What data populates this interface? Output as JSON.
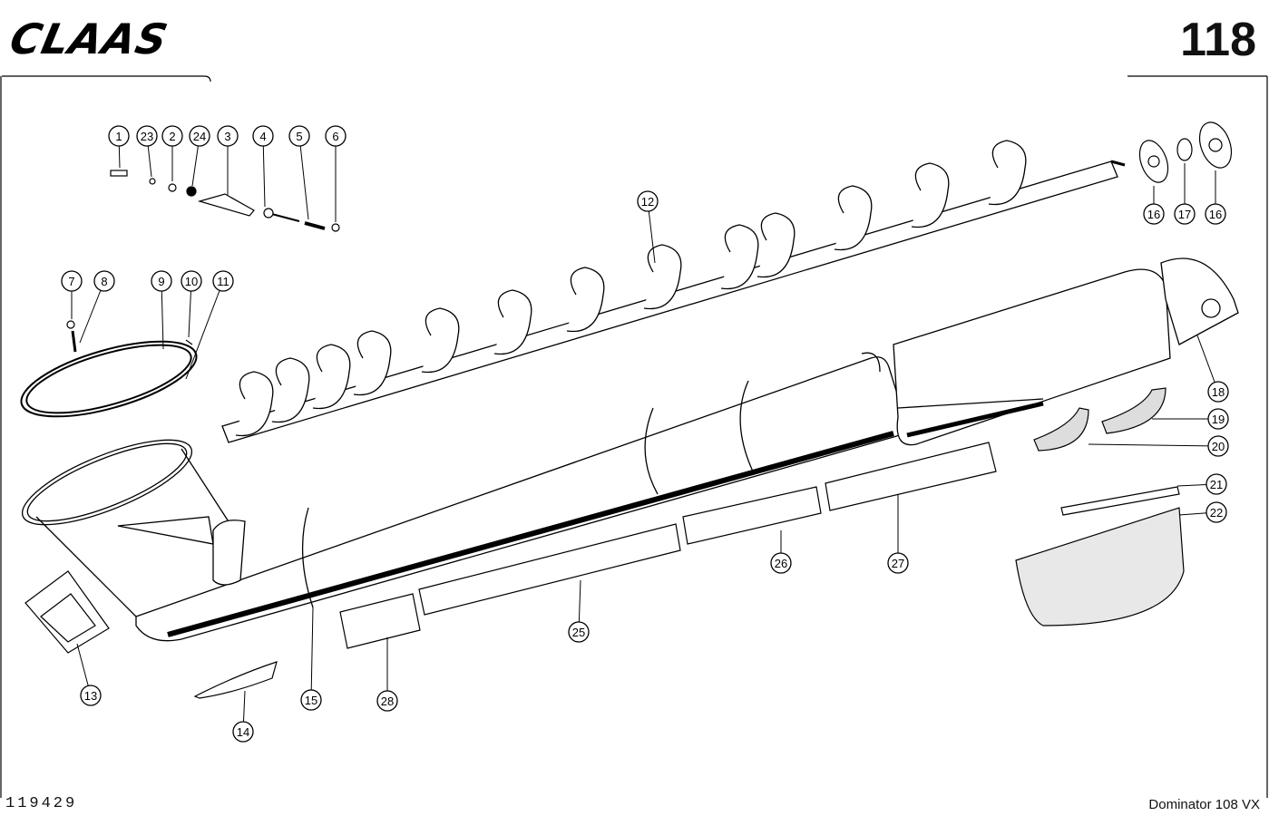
{
  "header": {
    "brand": "CLAAS",
    "page_number": "118"
  },
  "footer": {
    "drawing_number": "119429",
    "model": "Dominator 108 VX"
  },
  "callouts": [
    "1",
    "23",
    "2",
    "24",
    "3",
    "4",
    "5",
    "6",
    "7",
    "8",
    "9",
    "10",
    "11",
    "12",
    "16",
    "17",
    "16",
    "18",
    "19",
    "20",
    "21",
    "22",
    "13",
    "14",
    "15",
    "28",
    "25",
    "26",
    "27"
  ]
}
